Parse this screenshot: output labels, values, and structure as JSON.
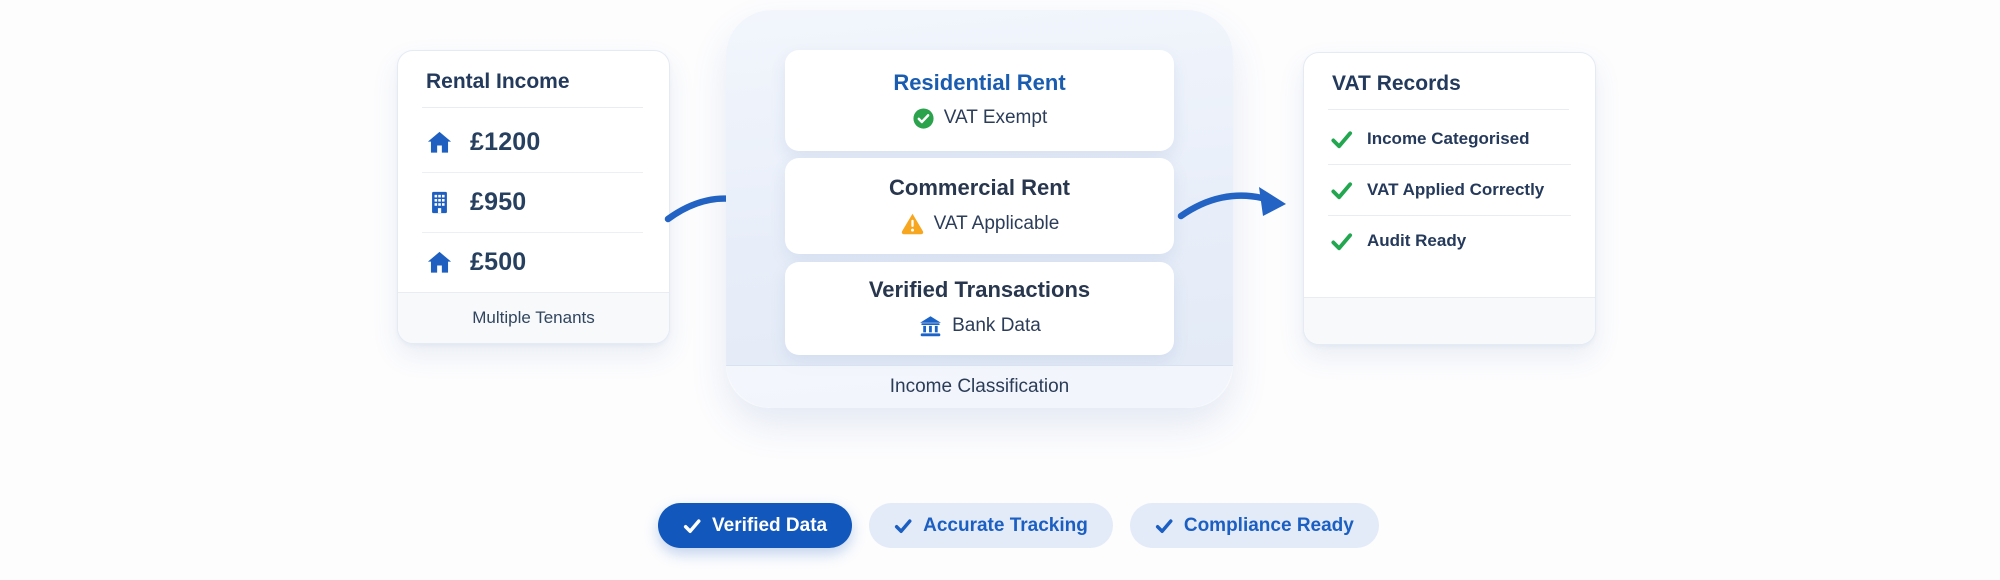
{
  "colors": {
    "accent_blue": "#1c5fc0",
    "navy_text": "#24385b",
    "green": "#22a750",
    "amber": "#f6a61f",
    "badge_solid_bg": "#1257bc",
    "badge_light_bg": "#e4ebf8",
    "panel_bg": "#e8eef9"
  },
  "left_card": {
    "title": "Rental Income",
    "items": [
      {
        "icon": "house-icon",
        "amount": "£1200"
      },
      {
        "icon": "building-icon",
        "amount": "£950"
      },
      {
        "icon": "house-icon",
        "amount": "£500"
      }
    ],
    "footer": "Multiple Tenants"
  },
  "center_panel": {
    "cards": [
      {
        "title": "Residential Rent",
        "status_icon": "check-circle-icon",
        "status": "VAT Exempt"
      },
      {
        "title": "Commercial Rent",
        "status_icon": "warning-triangle-icon",
        "status": "VAT Applicable"
      },
      {
        "title": "Verified Transactions",
        "status_icon": "bank-icon",
        "status": "Bank Data"
      }
    ],
    "footer": "Income Classification"
  },
  "right_card": {
    "title": "VAT Records",
    "items": [
      {
        "icon": "check-icon",
        "label": "Income Categorised"
      },
      {
        "icon": "check-icon",
        "label": "VAT Applied Correctly"
      },
      {
        "icon": "check-icon",
        "label": "Audit Ready"
      }
    ]
  },
  "badges": [
    {
      "icon": "check-icon",
      "label": "Verified Data",
      "variant": "solid"
    },
    {
      "icon": "check-icon",
      "label": "Accurate Tracking",
      "variant": "light"
    },
    {
      "icon": "check-icon",
      "label": "Compliance Ready",
      "variant": "light"
    }
  ]
}
